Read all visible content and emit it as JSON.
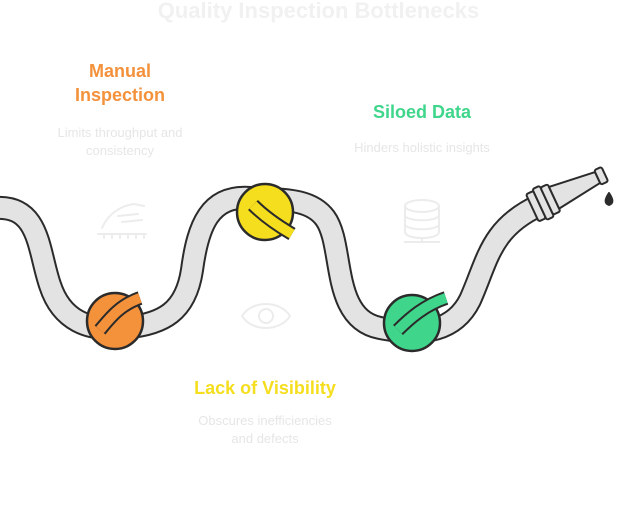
{
  "title": "Quality Inspection Bottlenecks",
  "colors": {
    "orange": "#f4913b",
    "yellow": "#f5de1d",
    "green": "#3fd68c",
    "hose_fill": "#e3e3e3",
    "outline": "#2b2b2b",
    "faint_icon": "#ececec",
    "faint_text": "#e6e6e6"
  },
  "bottlenecks": [
    {
      "heading_line1": "Manual",
      "heading_line2": "Inspection",
      "desc_line1": "Limits throughput and",
      "desc_line2": "consistency",
      "color": "#f4913b",
      "icon": "hand-scanning-icon"
    },
    {
      "heading": "Siloed Data",
      "desc": "Hinders holistic insights",
      "color": "#3fd68c",
      "icon": "database-icon"
    },
    {
      "heading": "Lack of Visibility",
      "desc_line1": "Obscures inefficiencies",
      "desc_line2": "and defects",
      "color": "#f5de1d",
      "icon": "eye-icon"
    }
  ]
}
